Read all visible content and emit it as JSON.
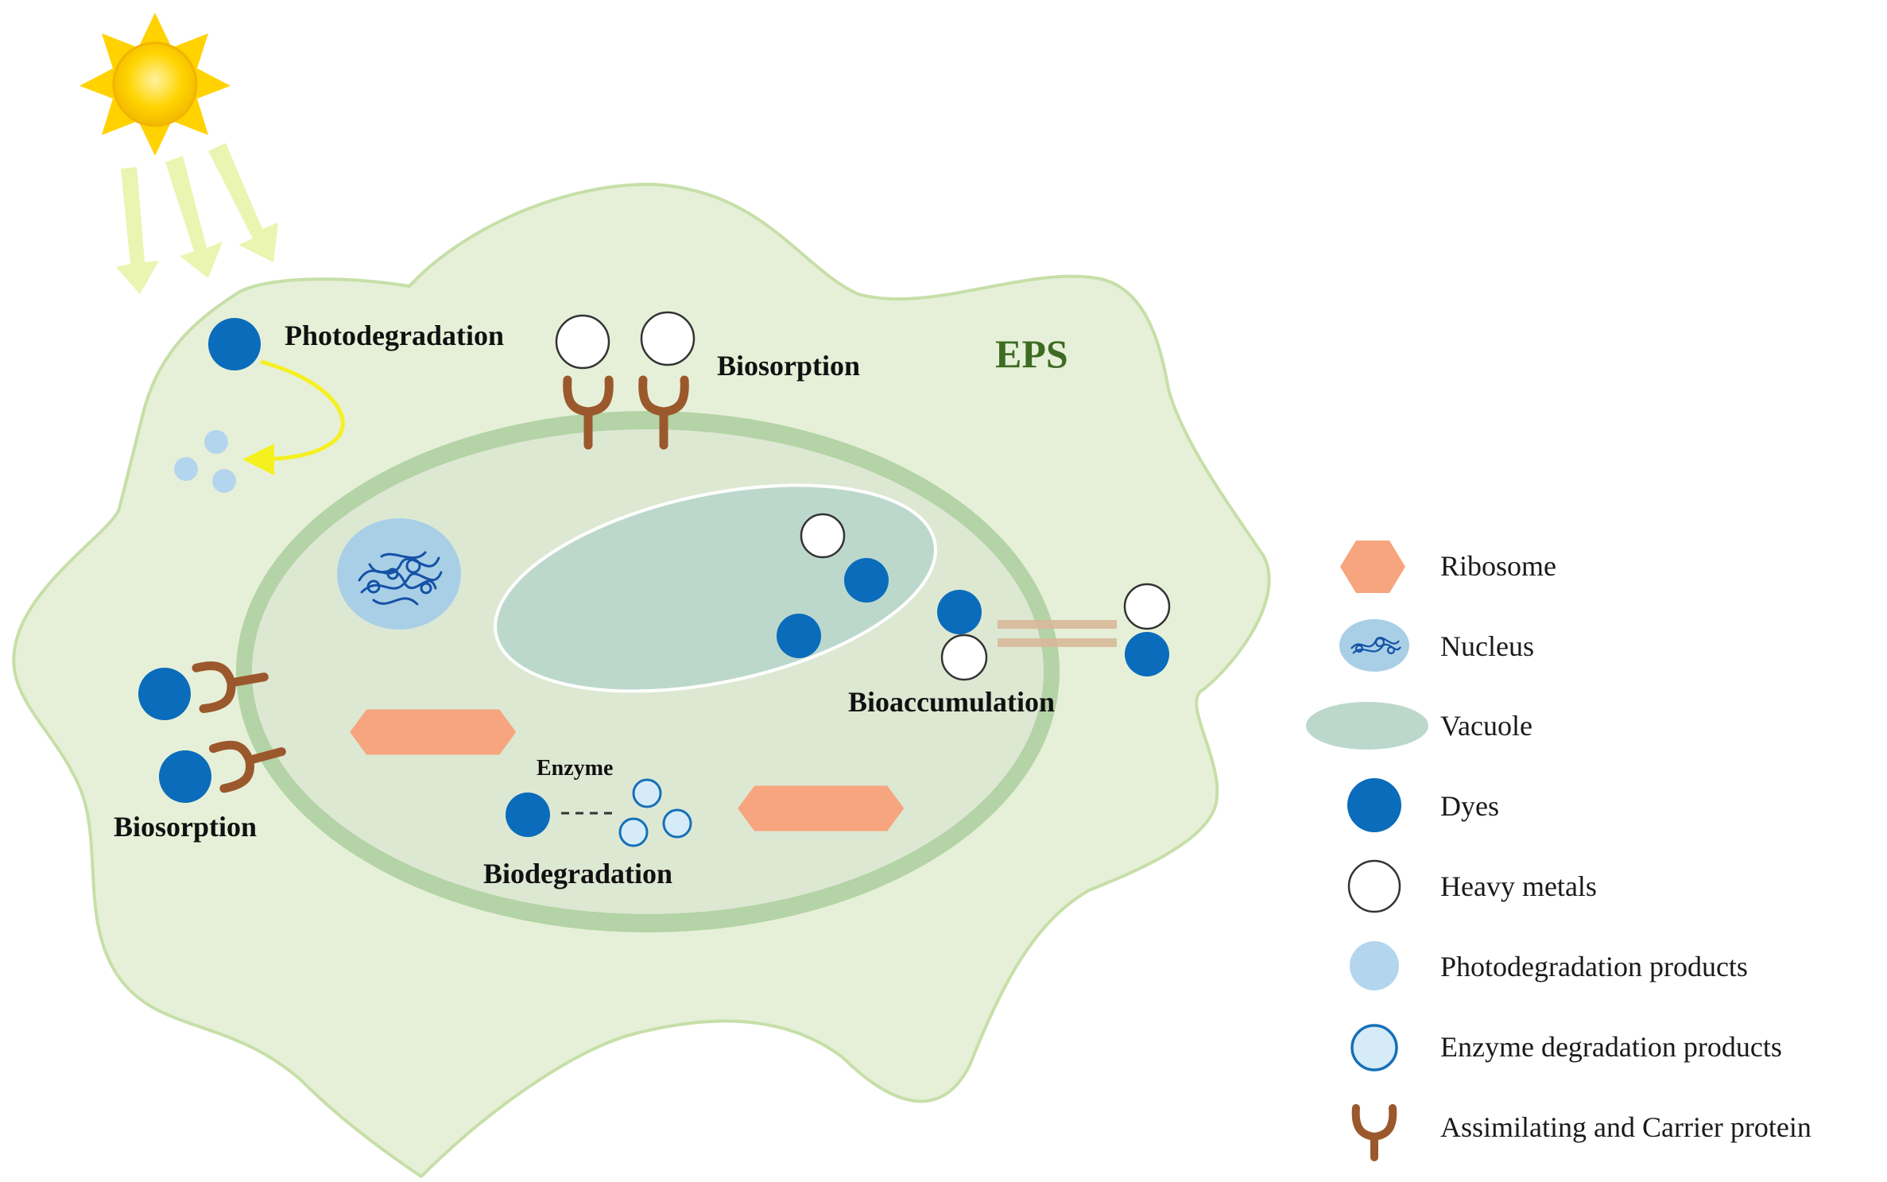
{
  "labels": {
    "photodegradation": "Photodegradation",
    "biosorption_top": "Biosorption",
    "eps": "EPS",
    "biosorption_left": "Biosorption",
    "bioaccumulation": "Bioaccumulation",
    "enzyme": "Enzyme",
    "biodegradation": "Biodegradation"
  },
  "legend": {
    "items": [
      {
        "icon": "ribosome-icon",
        "label": "Ribosome"
      },
      {
        "icon": "nucleus-icon",
        "label": "Nucleus"
      },
      {
        "icon": "vacuole-icon",
        "label": "Vacuole"
      },
      {
        "icon": "dye-icon",
        "label": "Dyes"
      },
      {
        "icon": "heavy-metal-icon",
        "label": "Heavy metals"
      },
      {
        "icon": "photodegradation-product-icon",
        "label": "Photodegradation products"
      },
      {
        "icon": "enzyme-degradation-product-icon",
        "label": "Enzyme degradation products"
      },
      {
        "icon": "carrier-protein-icon",
        "label": "Assimilating and Carrier protein"
      }
    ]
  },
  "colors": {
    "eps_fill": "#e6f0d8",
    "eps_stroke": "#c6dfa8",
    "membrane": "#b4d3a6",
    "cytoplasm": "#dde8d3",
    "vacuole": "#bcd8cc",
    "nucleus": "#a9cfe7",
    "dna": "#1552a6",
    "dye": "#0a6cbb",
    "heavy_metal_stroke": "#333333",
    "photo_product": "#b3d6ee",
    "enzyme_product_fill": "#d6ebf8",
    "enzyme_product_stroke": "#1570b8",
    "ribosome": "#f6a57e",
    "protein": "#9b582c",
    "sun": "#ffd600",
    "sun_rays": "#e9f5b0",
    "eps_text": "#3d6b22",
    "arrow": "#f5f020"
  }
}
